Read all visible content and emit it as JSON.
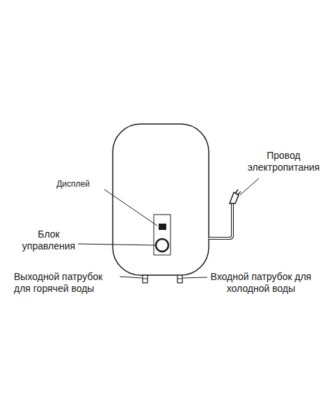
{
  "diagram": {
    "labels": [
      "Дисплей",
      "Блок управления",
      "Выходной патрубок для горячей воды",
      "Входной патрубок для холодной воды",
      "Провод электропитания"
    ]
  }
}
